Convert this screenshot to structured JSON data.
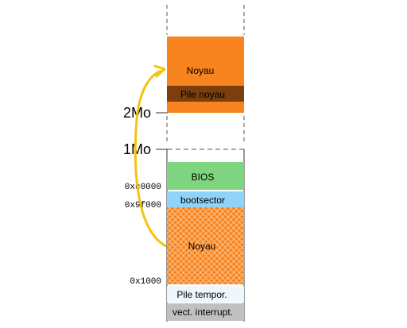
{
  "colors": {
    "noyau_orange": "#f7841f",
    "pile_noyau_brown": "#7a3f0c",
    "bios_green": "#7ed47f",
    "bootsector_blue": "#8fd3f8",
    "pile_tempor_bg": "#eef7fb",
    "vect_interrupt_gray": "#c0c0c0",
    "arrow_yellow": "#f6c20d",
    "axis_gray": "#808080"
  },
  "blocks": {
    "noyau_high": "Noyau",
    "pile_noyau": "Pile noyau",
    "bios": "BIOS",
    "bootsector": "bootsector",
    "noyau_low": "Noyau",
    "pile_tempor": "Pile tempor.",
    "vect_interrupt": "vect. interrupt."
  },
  "markers": {
    "two_mo": "2Mo",
    "one_mo": "1Mo"
  },
  "addresses": {
    "bios_start": "0xc0000",
    "bootsector_start": "0x9f000",
    "noyau_start": "0x1000"
  },
  "arrow": {
    "from": "noyau_low",
    "to": "noyau_high"
  }
}
